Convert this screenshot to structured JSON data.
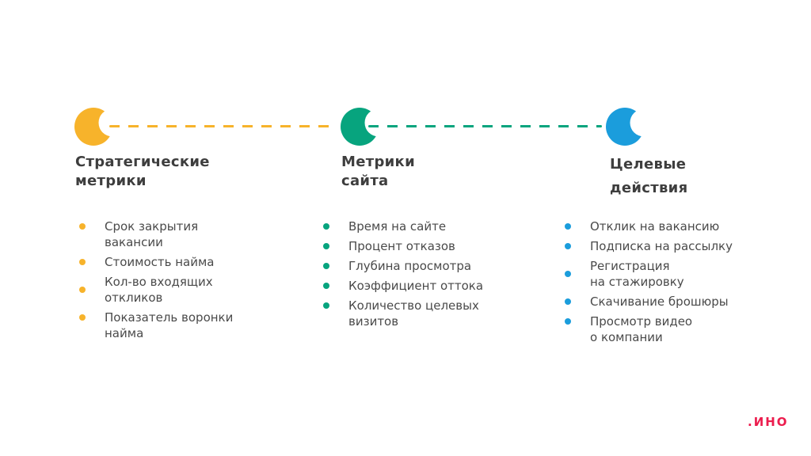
{
  "page": {
    "background_color": "#FFFFFF"
  },
  "connector": {
    "style": "dashed",
    "segment1_color": "#F7B32B",
    "segment2_color": "#07A47E"
  },
  "columns": [
    {
      "id": "strategic-metrics",
      "title": "Стратегические\nметрики",
      "color": "#F7B32B",
      "icon": "crescent-moon-icon",
      "items": [
        "Срок закрытия\nвакансии",
        "Стоимость найма",
        "Кол-во входящих\nоткликов",
        "Показатель воронки\nнайма"
      ]
    },
    {
      "id": "site-metrics",
      "title": "Метрики\nсайта",
      "color": "#07A47E",
      "icon": "crescent-moon-icon",
      "items": [
        "Время на сайте",
        "Процент отказов",
        "Глубина просмотра",
        "Коэффициент оттока",
        "Количество целевых\nвизитов"
      ]
    },
    {
      "id": "target-actions",
      "title": "Целевые\nдействия",
      "color": "#1B9DDC",
      "icon": "crescent-moon-icon",
      "items": [
        "Отклик на вакансию",
        "Подписка на рассылку",
        "Регистрация\nна стажировку",
        "Скачивание брошюры",
        "Просмотр видео\nо компании"
      ]
    }
  ],
  "brand": {
    "logo_text": ".ИНО",
    "logo_color": "#EC1C4D"
  }
}
